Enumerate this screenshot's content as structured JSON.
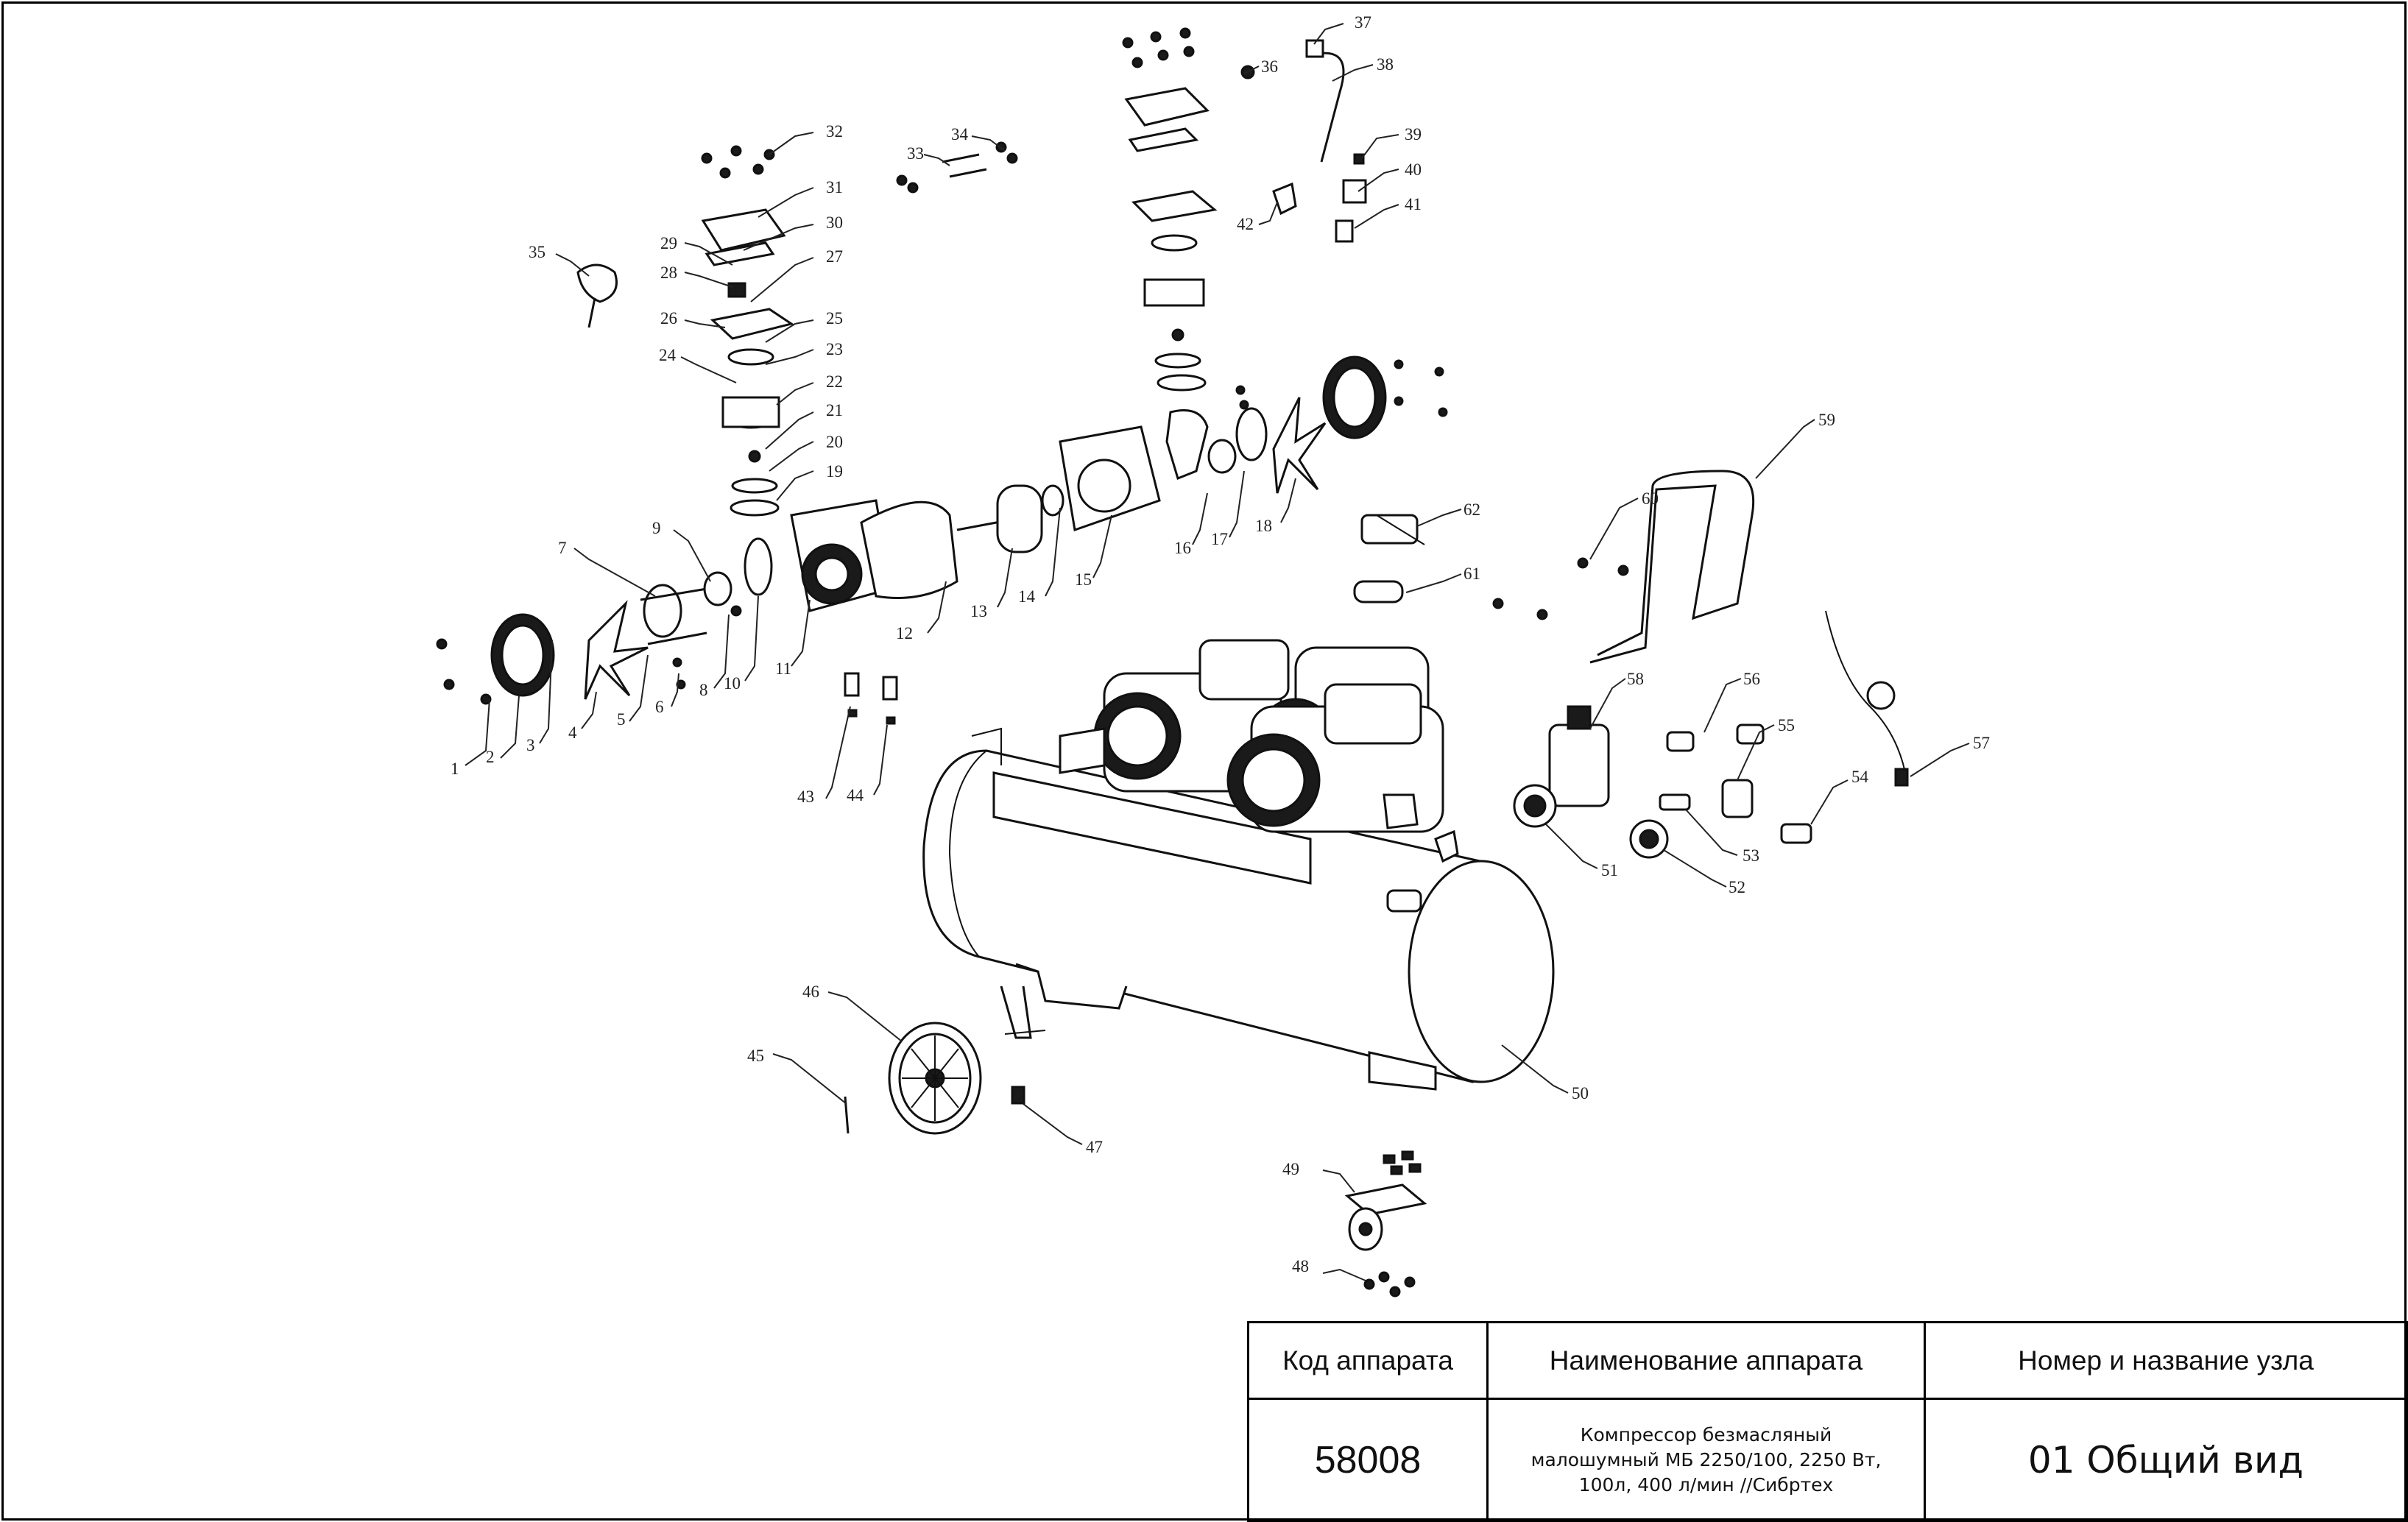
{
  "callouts": [
    "1",
    "2",
    "3",
    "4",
    "5",
    "6",
    "7",
    "8",
    "9",
    "10",
    "11",
    "12",
    "13",
    "14",
    "15",
    "16",
    "17",
    "18",
    "19",
    "20",
    "21",
    "22",
    "23",
    "24",
    "25",
    "26",
    "27",
    "28",
    "29",
    "30",
    "31",
    "32",
    "33",
    "34",
    "35",
    "36",
    "37",
    "38",
    "39",
    "40",
    "41",
    "42",
    "43",
    "44",
    "45",
    "46",
    "47",
    "48",
    "49",
    "50",
    "51",
    "52",
    "53",
    "54",
    "55",
    "56",
    "57",
    "58",
    "59",
    "60",
    "61",
    "62"
  ],
  "title_block": {
    "col1_header": "Код аппарата",
    "col2_header": "Наименование аппарата",
    "col3_header": "Номер и название узла",
    "code": "58008",
    "name_line1": "Компрессор безмасляный",
    "name_line2": "малошумный МБ 2250/100, 2250 Вт,",
    "name_line3": "100л, 400 л/мин //Сибртех",
    "unit": "01 Общий вид"
  }
}
